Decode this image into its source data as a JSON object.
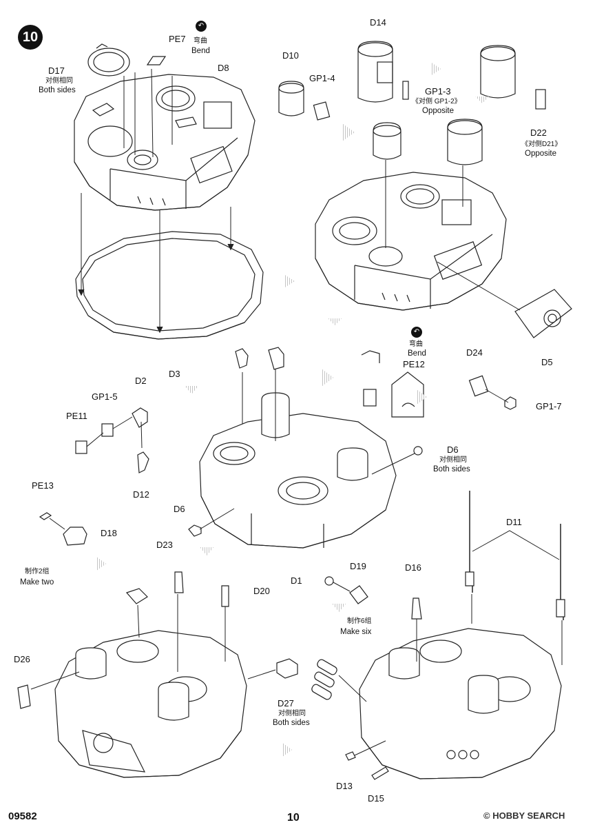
{
  "step": "10",
  "footer": {
    "code": "09582",
    "page": "10",
    "watermark": "© HOBBY SEARCH"
  },
  "labels": {
    "pe7": "PE7",
    "bend_zh": "弯曲",
    "bend_en": "Bend",
    "d17": "D17",
    "both_sides_zh": "对侧相同",
    "both_sides_en": "Both sides",
    "d8": "D8",
    "d10": "D10",
    "gp1_4": "GP1-4",
    "d14": "D14",
    "gp1_3": "GP1-3",
    "gp1_3_opp_zh": "《对侧 GP1-2》",
    "opposite_en": "Opposite",
    "d22": "D22",
    "d22_opp_zh": "《对侧D21》",
    "d3": "D3",
    "d5": "D5",
    "pe12": "PE12",
    "d24": "D24",
    "gp1_7": "GP1-7",
    "d2": "D2",
    "gp1_5": "GP1-5",
    "pe11": "PE11",
    "d12": "D12",
    "d6_right": "D6",
    "pe13": "PE13",
    "d18": "D18",
    "d6_left": "D6",
    "d11": "D11",
    "make_two_zh": "制作2组",
    "make_two_en": "Make two",
    "d23": "D23",
    "d20": "D20",
    "d1": "D1",
    "d19": "D19",
    "make_six_zh": "制作6组",
    "make_six_en": "Make six",
    "d16": "D16",
    "d26": "D26",
    "d27": "D27",
    "d13": "D13",
    "d15": "D15"
  },
  "icons": {
    "bend": "bend-arrow-icon",
    "step": "step-number-badge"
  }
}
